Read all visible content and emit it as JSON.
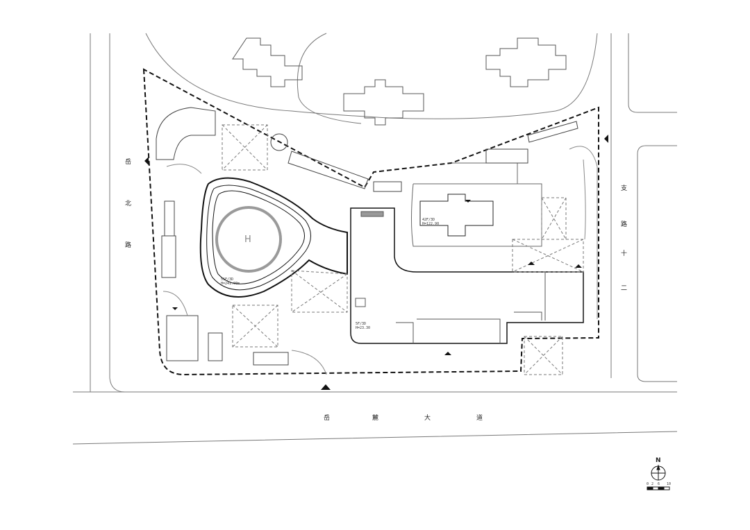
{
  "roads": {
    "west": [
      "岳",
      "北",
      "路"
    ],
    "south": [
      "岳",
      "麓",
      "大",
      "道"
    ],
    "east": [
      "支",
      "路",
      "十",
      "二"
    ]
  },
  "buildings": [
    {
      "floors": "51F/3D",
      "height": "H=241.00m"
    },
    {
      "floors": "42F/3D",
      "height": "H=122.90"
    },
    {
      "floors": "5F/3D",
      "height": "H=23.30"
    }
  ],
  "helipad_mark": "H",
  "north_arrow": {
    "label": "N"
  },
  "scale_bar": {
    "ticks": [
      "0",
      "2",
      "6",
      "10"
    ]
  },
  "colors": {
    "line": "#222222",
    "helipad_ring": "#9a9a9a",
    "background": "#ffffff"
  }
}
